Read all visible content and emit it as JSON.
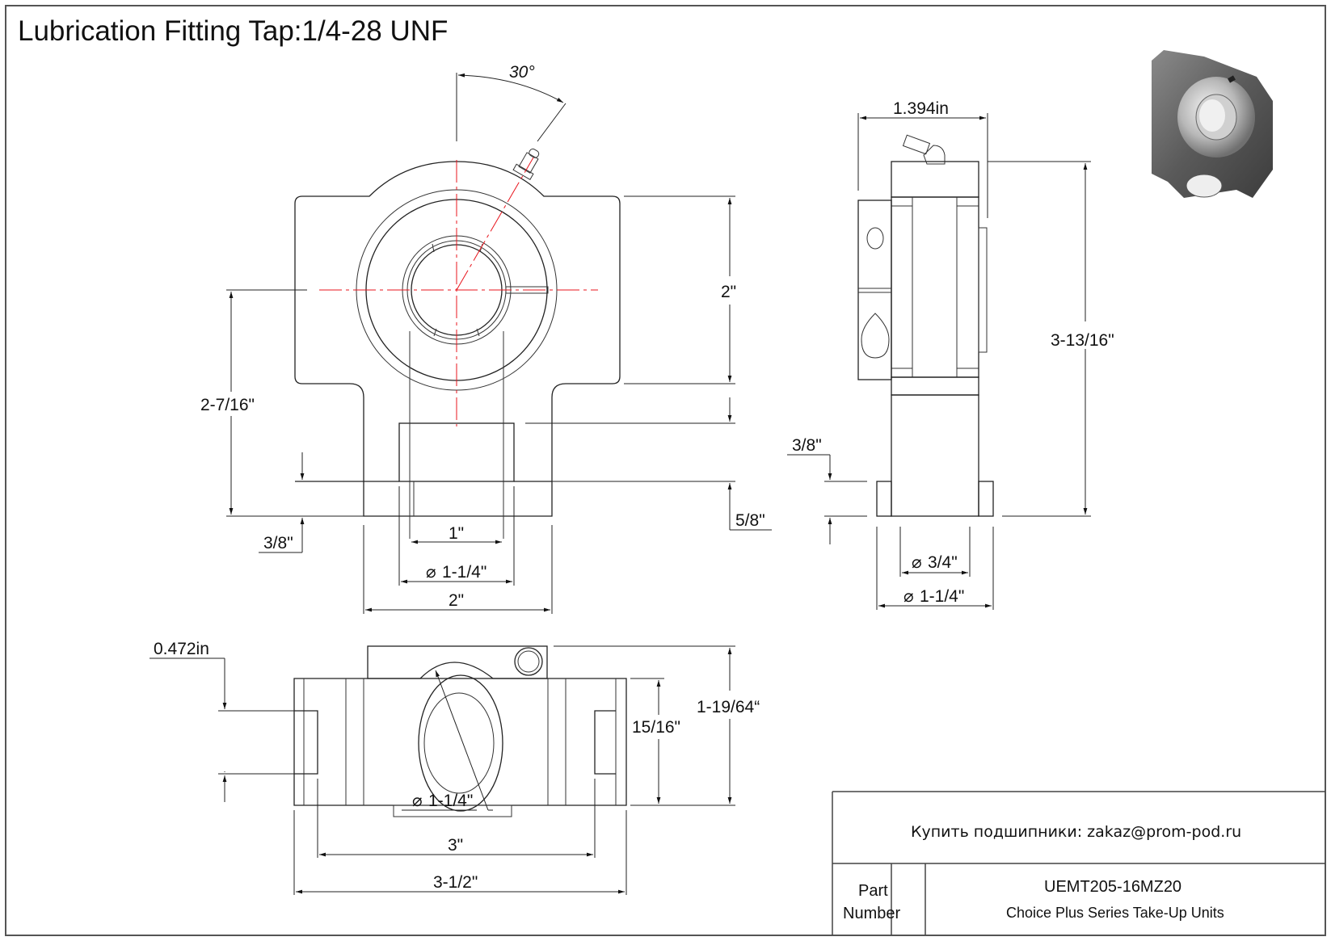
{
  "drawing": {
    "title": "Lubrication Fitting Tap:1/4-28 UNF",
    "front_view": {
      "angle_label": "30°",
      "dim_height_upper": "2\"",
      "dim_center_height": "2-7/16\"",
      "dim_base_thickness_left": "3/8\"",
      "dim_base_offset_right": "5/8\"",
      "dim_slot_width": "1\"",
      "dim_hole_diameter": "1-1/4\"",
      "dim_base_width": "2\"",
      "diameter_symbol": "⌀"
    },
    "side_view": {
      "dim_width": "1.394in",
      "dim_total_height": "3-13/16\"",
      "dim_foot_height": "3/8\"",
      "dim_small_diameter": "3/4\"",
      "dim_large_diameter": "1-1/4\"",
      "diameter_symbol": "⌀"
    },
    "bottom_view": {
      "dim_slot": "0.472in",
      "dim_inner_height": "15/16\"",
      "dim_outer_height": "1-19/64“",
      "dim_bore_diameter": "1-1/4\"",
      "dim_inner_width": "3\"",
      "dim_outer_width": "3-1/2\"",
      "diameter_symbol": "⌀"
    }
  },
  "title_block": {
    "contact": "Купить подшипники: zakaz@prom-pod.ru",
    "part_label_line1": "Part",
    "part_label_line2": "Number",
    "part_number": "UEMT205-16MZ20",
    "description": "Choice Plus Series Take-Up Units"
  },
  "colors": {
    "centerline": "#e8141c",
    "line": "#222222",
    "border": "#555555"
  }
}
